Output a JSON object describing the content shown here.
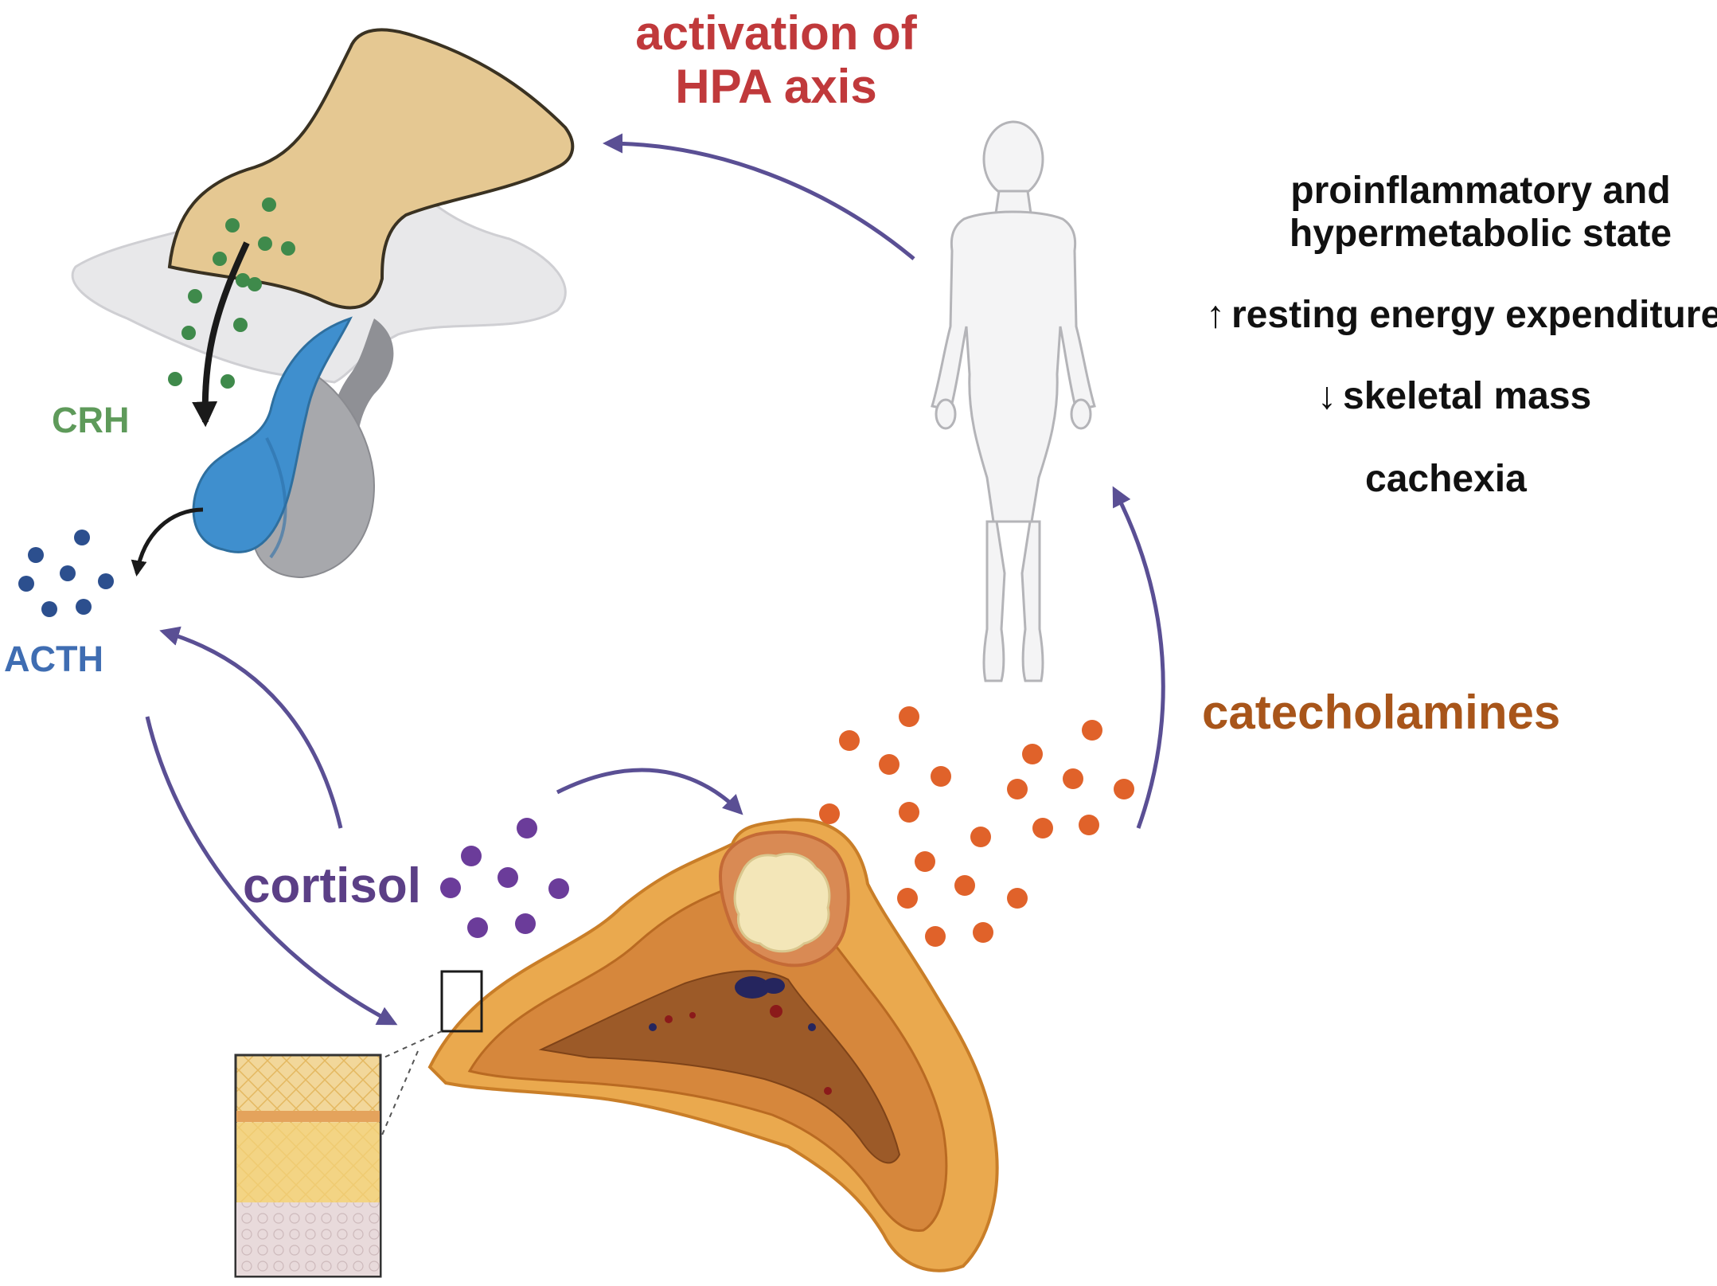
{
  "title": {
    "line1": "activation of",
    "line2": "HPA axis"
  },
  "hormones": {
    "crh": "CRH",
    "acth": "ACTH",
    "cortisol": "cortisol",
    "catecholamines": "catecholamines"
  },
  "effects": {
    "state_line1": "proinflammatory and",
    "state_line2": "hypermetabolic state",
    "ree": "resting energy expenditure",
    "skeletal": "skeletal mass",
    "cachexia": "cachexia"
  },
  "colors": {
    "title": "#c0393b",
    "crh": "#5e9a5a",
    "acth": "#3f6db2",
    "cortisol": "#5b3f86",
    "catecholamines": "#a8551a",
    "cycle_arrow": "#5a4f94",
    "text": "#111111"
  },
  "icons": {
    "up": "↑",
    "down": "↓"
  }
}
